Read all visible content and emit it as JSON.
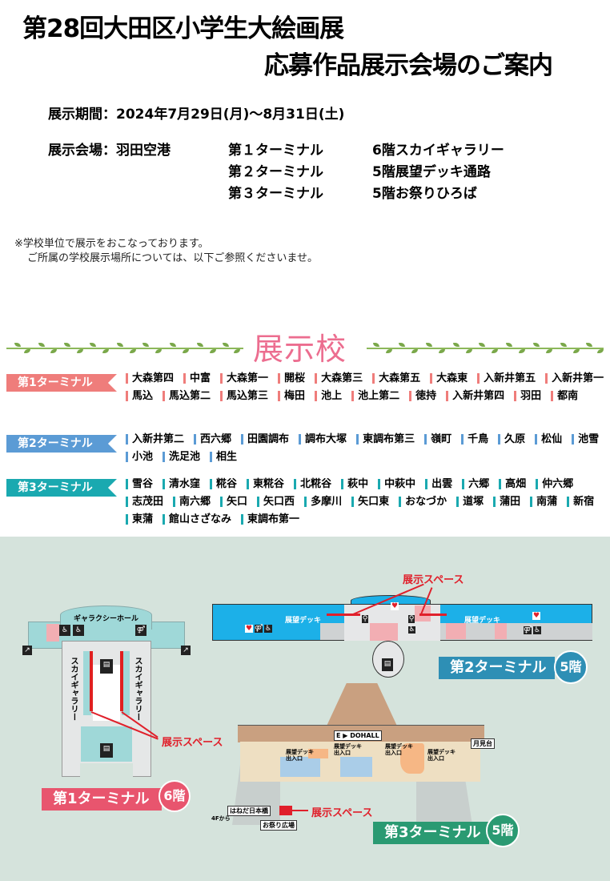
{
  "header": {
    "title_line1": "第28回大田区小学生大絵画展",
    "title_line2": "応募作品展示会場のご案内"
  },
  "info": {
    "period": "展示期間：2024年7月29日(月)～8月31日(土)",
    "venue_label": "展示会場：羽田空港",
    "venues": [
      {
        "terminal": "第１ターミナル",
        "place": "6階スカイギャラリー"
      },
      {
        "terminal": "第２ターミナル",
        "place": "5階展望デッキ通路"
      },
      {
        "terminal": "第３ターミナル",
        "place": "5階お祭りひろば"
      }
    ]
  },
  "note": {
    "line1": "※学校単位で展示をおこなっております。",
    "line2": "ご所属の学校展示場所については、以下ご参照くださいませ。"
  },
  "section_heading": "展示校",
  "colors": {
    "terminal1": "#ef7d7b",
    "terminal2": "#5b9bd5",
    "terminal3": "#1aa9b0",
    "heading_pink": "#ec6d8f",
    "vine_green": "#8cb85a",
    "exhibit_red": "#e0202b",
    "map_bg": "#d5e3dc"
  },
  "terminals": [
    {
      "label": "第1ターミナル",
      "schools": [
        "大森第四",
        "中富",
        "大森第一",
        "開桜",
        "大森第三",
        "大森第五",
        "大森東",
        "入新井第五",
        "入新井第一",
        "馬込",
        "馬込第二",
        "馬込第三",
        "梅田",
        "池上",
        "池上第二",
        "徳持",
        "入新井第四",
        "羽田",
        "都南"
      ]
    },
    {
      "label": "第2ターミナル",
      "schools": [
        "入新井第二",
        "西六郷",
        "田園調布",
        "調布大塚",
        "東調布第三",
        "嶺町",
        "千鳥",
        "久原",
        "松仙",
        "池雪",
        "小池",
        "洗足池",
        "相生"
      ]
    },
    {
      "label": "第3ターミナル",
      "schools": [
        "雪谷",
        "清水窪",
        "糀谷",
        "東糀谷",
        "北糀谷",
        "萩中",
        "中萩中",
        "出雲",
        "六郷",
        "高畑",
        "仲六郷",
        "志茂田",
        "南六郷",
        "矢口",
        "矢口西",
        "多摩川",
        "矢口東",
        "おなづか",
        "道塚",
        "蒲田",
        "南蒲",
        "新宿",
        "東蒲",
        "館山さざなみ",
        "東調布第一"
      ]
    }
  ],
  "maps": {
    "terminal1": {
      "badge": "第1ターミナル",
      "floor": "6階",
      "hall_label": "ギャラクシーホール",
      "gallery_label": "スカイギャラリー",
      "exhibit_label": "展示スペース"
    },
    "terminal2": {
      "badge": "第2ターミナル",
      "floor": "5階",
      "deck_label": "展望デッキ",
      "exhibit_label": "展示スペース"
    },
    "terminal3": {
      "badge": "第3ターミナル",
      "floor": "5階",
      "dohall_label": "E ▶ DOHALL",
      "deck_entrance_line1": "展望デッキ",
      "deck_entrance_line2": "出入口",
      "tsukimi_label": "月見台",
      "hanedanihonbashi_label": "はねだ日本橋",
      "omatsuri_label": "お祭り広場",
      "from4f_label": "4Fから",
      "exhibit_label": "展示スペース"
    }
  },
  "icons": {
    "restroom": "restroom-icon",
    "accessible": "wheelchair-icon",
    "elevator": "elevator-icon",
    "escalator": "escalator-icon",
    "aed": "aed-icon"
  }
}
